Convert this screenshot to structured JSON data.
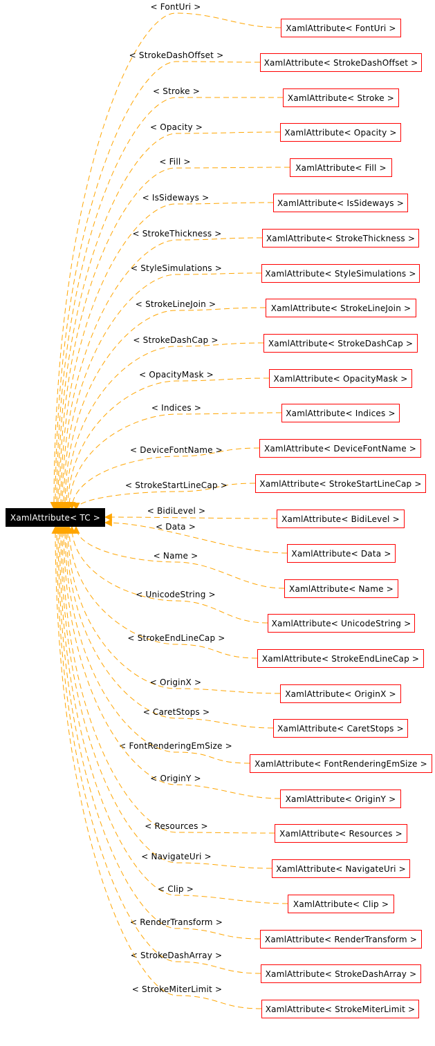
{
  "diagram": {
    "base_class": "XamlAttribute< TC >",
    "colors": {
      "edge": "#ffa500",
      "node_border": "#ff0000",
      "base_fill": "#000000",
      "base_text": "#ffffff"
    },
    "nodes": [
      {
        "label": "XamlAttribute< FontUri >",
        "edge_label": "< FontUri >"
      },
      {
        "label": "XamlAttribute< StrokeDashOffset >",
        "edge_label": "< StrokeDashOffset >"
      },
      {
        "label": "XamlAttribute< Stroke >",
        "edge_label": "< Stroke >"
      },
      {
        "label": "XamlAttribute< Opacity >",
        "edge_label": "< Opacity >"
      },
      {
        "label": "XamlAttribute< Fill >",
        "edge_label": "< Fill >"
      },
      {
        "label": "XamlAttribute< IsSideways >",
        "edge_label": "< IsSideways >"
      },
      {
        "label": "XamlAttribute< StrokeThickness >",
        "edge_label": "< StrokeThickness >"
      },
      {
        "label": "XamlAttribute< StyleSimulations >",
        "edge_label": "< StyleSimulations >"
      },
      {
        "label": "XamlAttribute< StrokeLineJoin >",
        "edge_label": "< StrokeLineJoin >"
      },
      {
        "label": "XamlAttribute< StrokeDashCap >",
        "edge_label": "< StrokeDashCap >"
      },
      {
        "label": "XamlAttribute< OpacityMask >",
        "edge_label": "< OpacityMask >"
      },
      {
        "label": "XamlAttribute< Indices >",
        "edge_label": "< Indices >"
      },
      {
        "label": "XamlAttribute< DeviceFontName >",
        "edge_label": "< DeviceFontName >"
      },
      {
        "label": "XamlAttribute< StrokeStartLineCap >",
        "edge_label": "< StrokeStartLineCap >"
      },
      {
        "label": "XamlAttribute< BidiLevel >",
        "edge_label": "< BidiLevel >"
      },
      {
        "label": "XamlAttribute< Data >",
        "edge_label": "< Data >"
      },
      {
        "label": "XamlAttribute< Name >",
        "edge_label": "< Name >"
      },
      {
        "label": "XamlAttribute< UnicodeString >",
        "edge_label": "< UnicodeString >"
      },
      {
        "label": "XamlAttribute< StrokeEndLineCap >",
        "edge_label": "< StrokeEndLineCap >"
      },
      {
        "label": "XamlAttribute< OriginX >",
        "edge_label": "< OriginX >"
      },
      {
        "label": "XamlAttribute< CaretStops >",
        "edge_label": "< CaretStops >"
      },
      {
        "label": "XamlAttribute< FontRenderingEmSize >",
        "edge_label": "< FontRenderingEmSize >"
      },
      {
        "label": "XamlAttribute< OriginY >",
        "edge_label": "< OriginY >"
      },
      {
        "label": "XamlAttribute< Resources >",
        "edge_label": "< Resources >"
      },
      {
        "label": "XamlAttribute< NavigateUri >",
        "edge_label": "< NavigateUri >"
      },
      {
        "label": "XamlAttribute< Clip >",
        "edge_label": "< Clip >"
      },
      {
        "label": "XamlAttribute< RenderTransform >",
        "edge_label": "< RenderTransform >"
      },
      {
        "label": "XamlAttribute< StrokeDashArray >",
        "edge_label": "< StrokeDashArray >"
      },
      {
        "label": "XamlAttribute< StrokeMiterLimit >",
        "edge_label": "< StrokeMiterLimit >"
      }
    ]
  }
}
